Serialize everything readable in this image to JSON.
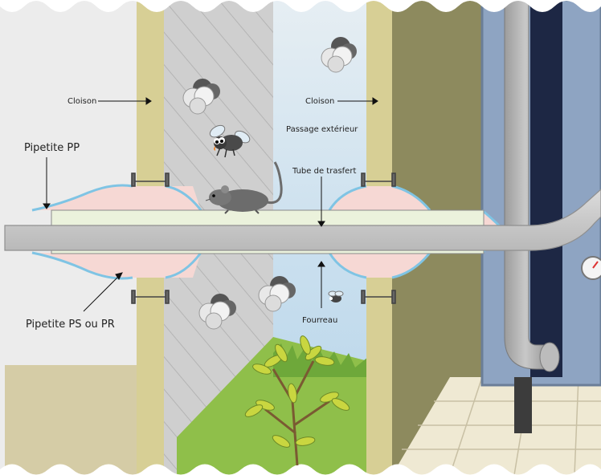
{
  "labels": {
    "cloison_left": "Cloison",
    "cloison_right": "Cloison",
    "passage": "Passage extérieur",
    "pipetite_pp": "Pipetite PP",
    "tube_transfert": "Tube de trasfert",
    "fourreau": "Fourreau",
    "pipetite_ps_pr": "Pipetite PS ou PR"
  },
  "colors": {
    "wall": "#d7cf95",
    "concrete": "#cfcfcf",
    "sky": "#d8e6f0",
    "dark_wall": "#8d8a5e",
    "machine": "#8ea4c2",
    "tube": "#d0d0d0",
    "sleeve": "#ebf2dc",
    "seal": "#f6d8d4",
    "seal_edge": "#7fc4e4"
  },
  "icons": [
    "smoke-cloud-icon",
    "fly-icon",
    "rat-icon",
    "gauge-icon",
    "plant-icon"
  ]
}
